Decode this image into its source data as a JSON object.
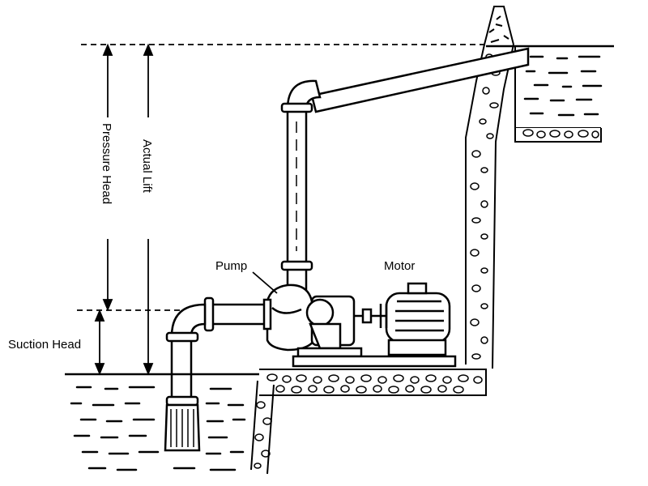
{
  "labels": {
    "pressure_head": "Pressure Head",
    "actual_lift": "Actual Lift",
    "suction_head": "Suction Head",
    "pump": "Pump",
    "motor": "Motor"
  },
  "colors": {
    "line": "#000000",
    "background": "#ffffff"
  }
}
